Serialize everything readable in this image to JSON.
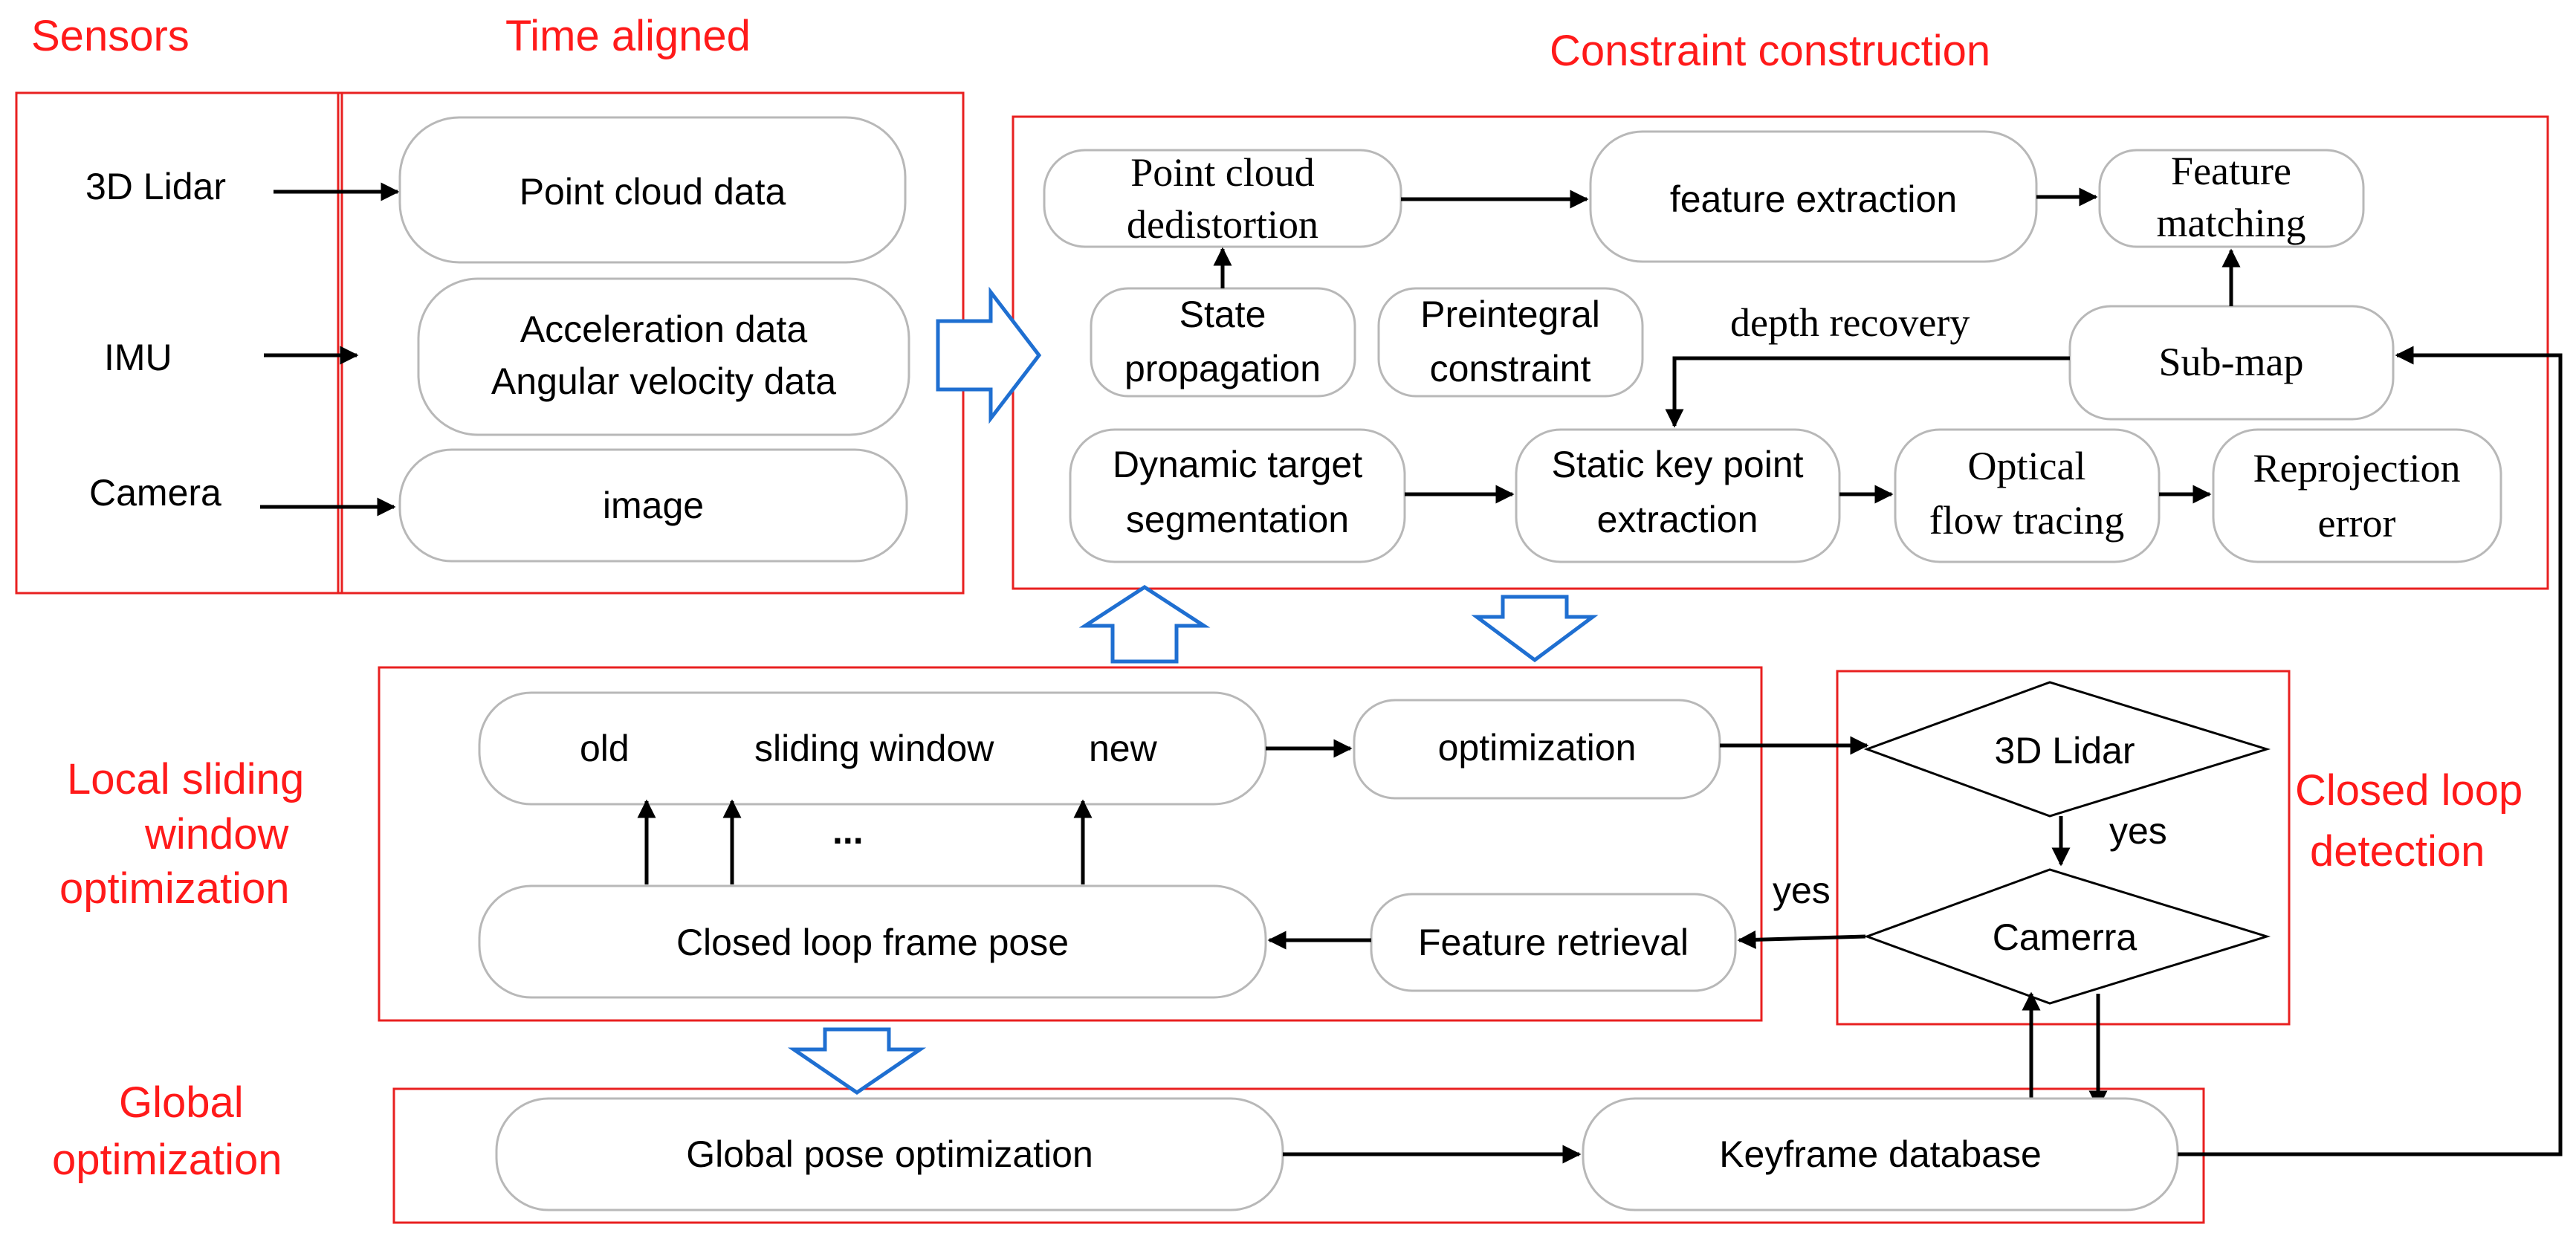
{
  "sections": {
    "sensors": "Sensors",
    "time_aligned": "Time aligned",
    "constraint": "Constraint construction",
    "local": [
      "Local sliding",
      "window",
      "optimization"
    ],
    "closed_loop": [
      "Closed loop",
      "detection"
    ],
    "global": [
      "Global",
      "optimization"
    ]
  },
  "sensors": {
    "lidar": "3D Lidar",
    "imu": "IMU",
    "camera": "Camera"
  },
  "time_aligned": {
    "point_cloud": "Point cloud data",
    "accel": "Acceleration data",
    "angular": "Angular velocity data",
    "image": "image"
  },
  "constraint": {
    "dedistortion": [
      "Point cloud",
      "dedistortion"
    ],
    "feature_extraction": "feature extraction",
    "feature_matching": [
      "Feature",
      "matching"
    ],
    "state_prop": [
      "State",
      "propagation"
    ],
    "preintegral": [
      "Preintegral",
      "constraint"
    ],
    "depth_recovery": "depth recovery",
    "submap": "Sub-map",
    "dynamic": [
      "Dynamic target",
      "segmentation"
    ],
    "static_kp": [
      "Static key point",
      "extraction"
    ],
    "optical": [
      "Optical",
      "flow tracing"
    ],
    "reprojection": [
      "Reprojection",
      "error"
    ]
  },
  "local": {
    "old": "old",
    "sliding": "sliding window",
    "new": "new",
    "dots": "...",
    "optimization": "optimization",
    "closed_pose": "Closed loop frame pose",
    "feature_retrieval": "Feature retrieval",
    "yes": "yes"
  },
  "loop": {
    "lidar": "3D Lidar",
    "camera": "Camerra",
    "yes": "yes"
  },
  "global": {
    "pose_opt": "Global pose optimization",
    "keyframe_db": "Keyframe database"
  }
}
